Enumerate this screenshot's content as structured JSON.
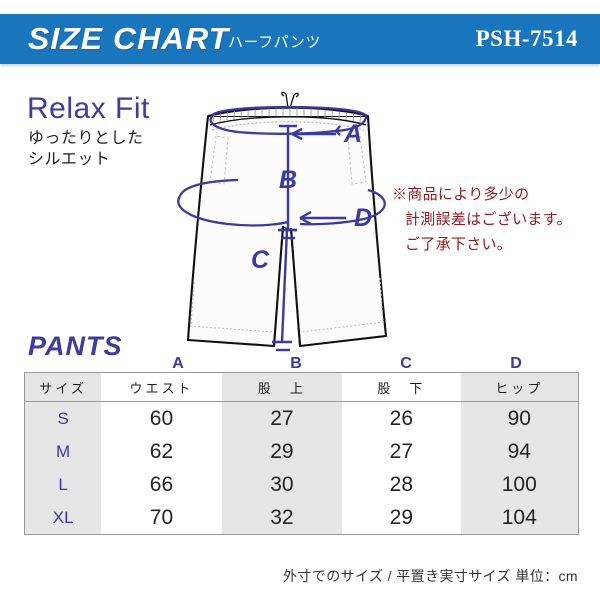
{
  "header": {
    "title": "SIZE CHART",
    "subtitle": "ハーフパンツ",
    "code": "PSH-7514",
    "bg_color": "#1a76bc"
  },
  "fit": {
    "title": "Relax Fit",
    "description_line1": "ゆったりとした",
    "description_line2": "シルエット",
    "title_color": "#3f3d9c"
  },
  "note": {
    "line1": "※商品により多少の",
    "line2": "計測誤差はございます。",
    "line3": "ご了承下さい。",
    "color": "#8c2020"
  },
  "illustration": {
    "name": "half-pants-diagram",
    "marker_a": "A",
    "marker_b": "B",
    "marker_c": "C",
    "marker_d": "D",
    "marker_color": "#3b3b9e"
  },
  "table_section": {
    "title": "PANTS",
    "column_letters": [
      "A",
      "B",
      "C",
      "D"
    ]
  },
  "chart_data": {
    "type": "table",
    "title": "PANTS",
    "columns": [
      "サイズ",
      "ウエスト",
      "股　上",
      "股　下",
      "ヒップ"
    ],
    "column_letters": [
      "",
      "A",
      "B",
      "C",
      "D"
    ],
    "rows": [
      {
        "size": "S",
        "waist": "60",
        "rise": "27",
        "inseam": "26",
        "hip": "90"
      },
      {
        "size": "M",
        "waist": "62",
        "rise": "29",
        "inseam": "27",
        "hip": "94"
      },
      {
        "size": "L",
        "waist": "66",
        "rise": "30",
        "inseam": "28",
        "hip": "100"
      },
      {
        "size": "XL",
        "waist": "70",
        "rise": "32",
        "inseam": "29",
        "hip": "104"
      }
    ],
    "unit": "cm"
  },
  "footer": {
    "text": "外寸でのサイズ / 平置き実寸サイズ 単位：cm"
  }
}
